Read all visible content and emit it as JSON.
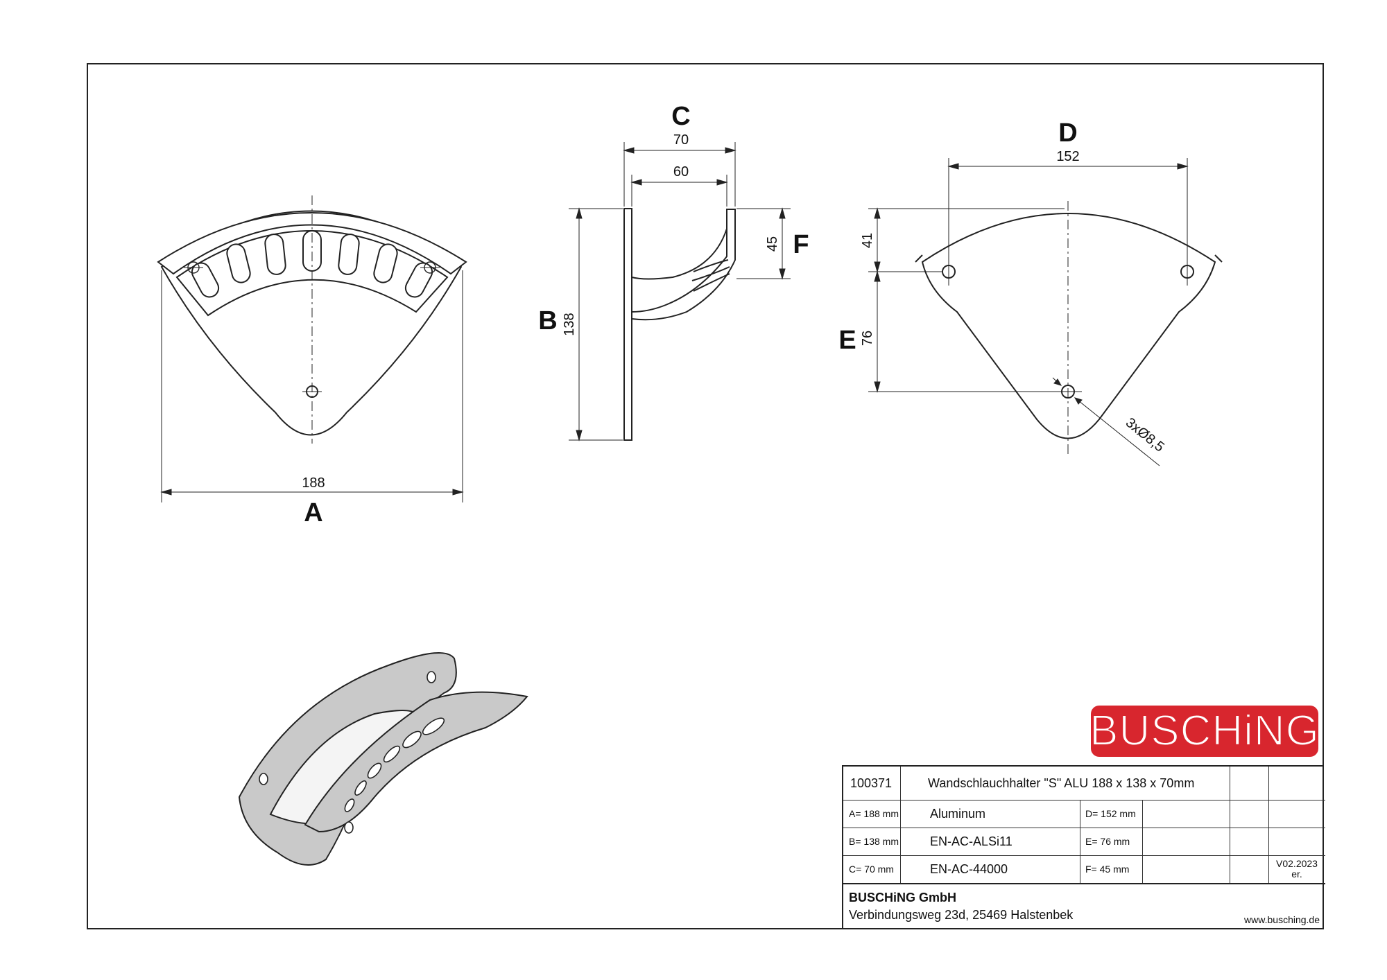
{
  "views": {
    "A": {
      "letter": "A",
      "dimension": "188"
    },
    "B": {
      "letter": "B",
      "dimension": "138"
    },
    "C": {
      "letter": "C",
      "dimension_outer": "70",
      "dimension_inner": "60"
    },
    "D": {
      "letter": "D",
      "dimension": "152"
    },
    "E": {
      "letter": "E",
      "dimension": "76"
    },
    "F": {
      "letter": "F",
      "dimension": "45"
    },
    "extra_dimension": "41",
    "hole_callout": "3xØ8,5"
  },
  "logo": {
    "text": "BUSCHiNG"
  },
  "title_block": {
    "article_no": "100371",
    "description": "Wandschlauchhalter \"S\" ALU 188 x 138 x 70mm",
    "dims_left": [
      "A= 188 mm",
      "B= 138 mm",
      "C= 70 mm"
    ],
    "materials": [
      "Aluminum",
      "EN-AC-ALSi11",
      "EN-AC-44000"
    ],
    "dims_right": [
      "D= 152 mm",
      "E= 76 mm",
      "F= 45 mm"
    ],
    "version": "V02.2023",
    "version_note": "er.",
    "company": "BUSCHiNG GmbH",
    "address": "Verbindungsweg 23d, 25469 Halstenbek",
    "website": "www.busching.de"
  },
  "colors": {
    "brand": "#d8262e",
    "line": "#222222",
    "part_fill": "#c9c9c9"
  }
}
